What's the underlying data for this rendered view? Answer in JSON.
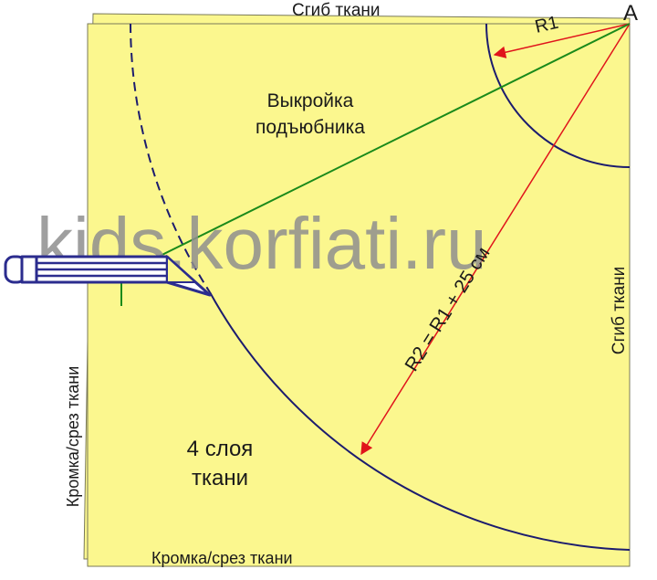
{
  "labels": {
    "fold_top": "Сгиб ткани",
    "fold_right": "Сгиб ткани",
    "point_a": "A",
    "r1": "R1",
    "r2_formula": "R2 = R1 + 25 см",
    "pattern_name_line1": "Выкройка",
    "pattern_name_line2": "подъюбника",
    "layers_line1": "4 слоя",
    "layers_line2": "ткани",
    "edge_bottom": "Кромка/срез ткани",
    "edge_left": "Кромка/срез ткани",
    "watermark": "kids.korfiati.ru"
  },
  "colors": {
    "fabric": "#fbf78e",
    "fabric_outline": "#7a7a5a",
    "arc": "#1c1c6e",
    "measure_line": "#e0141b",
    "pattern_line": "#1a8a1a",
    "pencil": "#2b2c8e",
    "watermark": "#8e8e8e",
    "text": "#1a1a1a"
  },
  "icons": {
    "pencil": "pencil-icon"
  }
}
